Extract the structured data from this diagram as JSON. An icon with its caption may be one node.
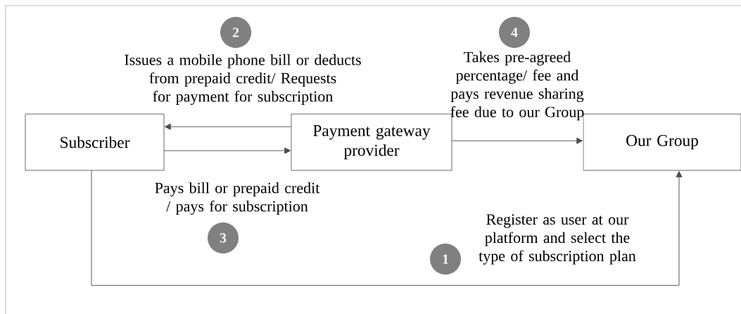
{
  "diagram": {
    "nodes": [
      {
        "text": [
          "Subscriber"
        ]
      },
      {
        "text": [
          "Payment gateway provider"
        ]
      },
      {
        "text": [
          "Our Group"
        ]
      },
      {
        "text": [
          "2"
        ]
      },
      {
        "text": [
          "4"
        ]
      },
      {
        "text": [
          "3"
        ]
      },
      {
        "text": [
          "1"
        ]
      }
    ],
    "edges": [
      {
        "from": 1,
        "to": 0,
        "arrow": "to",
        "label": "Issues a mobile phone bill or deducts from prepaid credit/ Requests for payment for subscription"
      },
      {
        "from": 0,
        "to": 1,
        "arrow": "to",
        "label": "Pays bill or prepaid credit / pays for subscription"
      },
      {
        "from": 1,
        "to": 2,
        "arrow": "to",
        "label": "Takes pre-agreed percentage/ fee and pays revenue sharing fee due to our Group"
      },
      {
        "from": 0,
        "to": 2,
        "arrow": "to",
        "label": "Register as user at our platform and select the type of subscription plan"
      }
    ]
  }
}
